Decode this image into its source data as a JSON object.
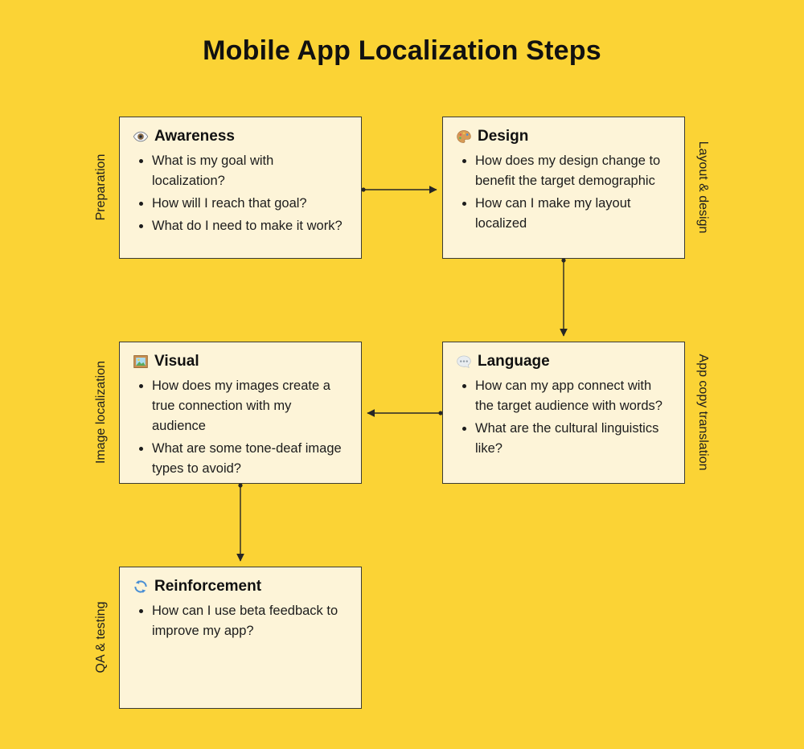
{
  "title": "Mobile App Localization Steps",
  "colors": {
    "background": "#FBD335",
    "card_fill": "#FDF4D8",
    "card_border": "#3B3B33",
    "text": "#1C1C1C",
    "connector": "#262626"
  },
  "boxes": [
    {
      "id": "awareness",
      "icon": "eye-icon",
      "title": "Awareness",
      "side_label": "Preparation",
      "bullets": [
        "What is my goal with localization?",
        "How will I reach that goal?",
        "What do I need to make it work?"
      ]
    },
    {
      "id": "design",
      "icon": "palette-icon",
      "title": "Design",
      "side_label": "Layout & design",
      "bullets": [
        "How does my design change to benefit the target demographic",
        "How can I make my layout localized"
      ]
    },
    {
      "id": "visual",
      "icon": "framed-picture-icon",
      "title": "Visual",
      "side_label": "Image localization",
      "bullets": [
        "How does my images create a true connection with my audience",
        "What are some tone-deaf image types to avoid?"
      ]
    },
    {
      "id": "language",
      "icon": "speech-balloon-icon",
      "title": "Language",
      "side_label": "App copy translation",
      "bullets": [
        "How can my app connect with the target audience with words?",
        "What are the cultural linguistics like?"
      ]
    },
    {
      "id": "reinforcement",
      "icon": "counterclockwise-arrows-icon",
      "title": "Reinforcement",
      "side_label": "QA & testing",
      "bullets": [
        "How can I use beta feedback to improve my app?"
      ]
    }
  ],
  "connectors": [
    {
      "from": "awareness",
      "to": "design"
    },
    {
      "from": "design",
      "to": "language"
    },
    {
      "from": "language",
      "to": "visual"
    },
    {
      "from": "visual",
      "to": "reinforcement"
    }
  ]
}
